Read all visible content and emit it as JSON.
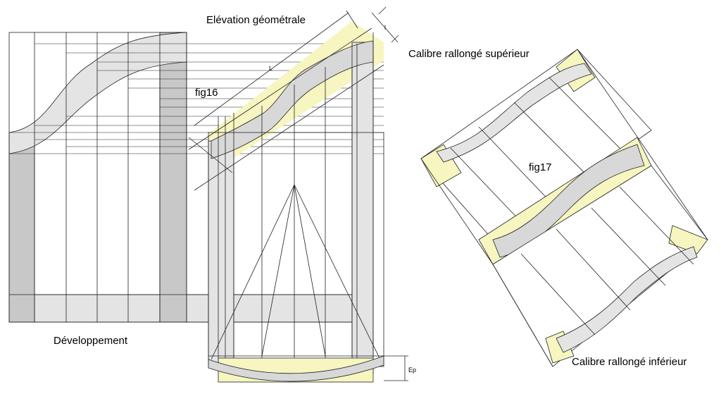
{
  "labels": {
    "elevation": "Elévation géométrale",
    "calibre_sup": "Calibre rallongé supérieur",
    "calibre_inf": "Calibre rallongé inférieur",
    "fig16": "fig16",
    "fig17": "fig17",
    "developpement": "Développement",
    "ep": "Ep",
    "dim_L": "L",
    "dim_l": "l"
  },
  "colors": {
    "line": "#222222",
    "fill_light": "#e4e4e4",
    "fill_dark": "#c8c8c8",
    "highlight": "#f7f5c0"
  }
}
